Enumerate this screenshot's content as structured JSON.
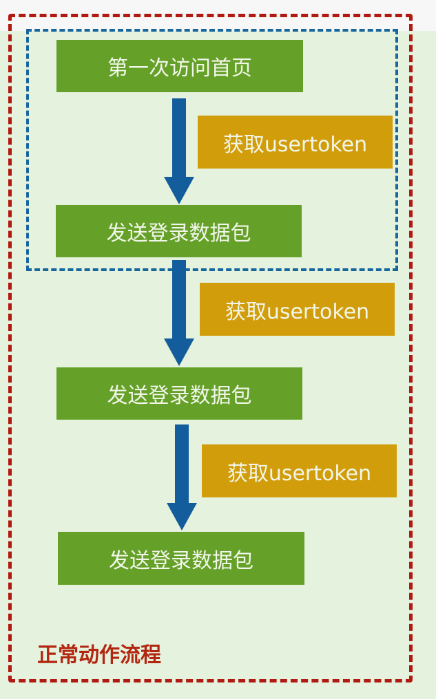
{
  "diagram": {
    "title": "正常动作流程",
    "steps": [
      {
        "label": "第一次访问首页"
      },
      {
        "label": "发送登录数据包"
      },
      {
        "label": "发送登录数据包"
      },
      {
        "label": "发送登录数据包"
      }
    ],
    "actions": [
      {
        "label": "获取usertoken"
      },
      {
        "label": "获取usertoken"
      },
      {
        "label": "获取usertoken"
      }
    ],
    "colors": {
      "step": "#65a128",
      "action": "#d29d0b",
      "arrow": "#135d9c",
      "outer_border": "#b01a10",
      "inner_border": "#17679e",
      "background": "#e4f2de"
    }
  }
}
